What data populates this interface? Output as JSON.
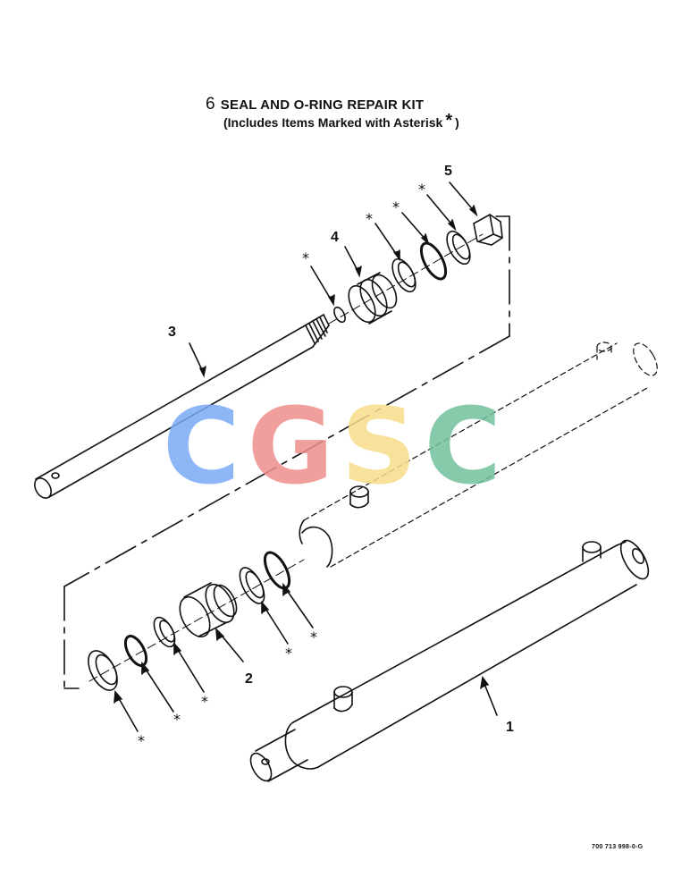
{
  "title": {
    "number": "6",
    "line1": "SEAL AND O-RING REPAIR KIT",
    "line2": "(Includes Items Marked with Asterisk",
    "asterisk": "*",
    "close": ")"
  },
  "callouts": [
    "1",
    "2",
    "3",
    "4",
    "5"
  ],
  "asterisk_mark": "*",
  "figure_code": "700 713 998-0-G",
  "watermark": {
    "letters": [
      "C",
      "G",
      "S",
      "C"
    ],
    "colors": [
      "#7aaaf6",
      "#ee8f8c",
      "#f7dd8a",
      "#72c09d"
    ]
  },
  "colors": {
    "line": "#111111",
    "background": "#ffffff"
  }
}
